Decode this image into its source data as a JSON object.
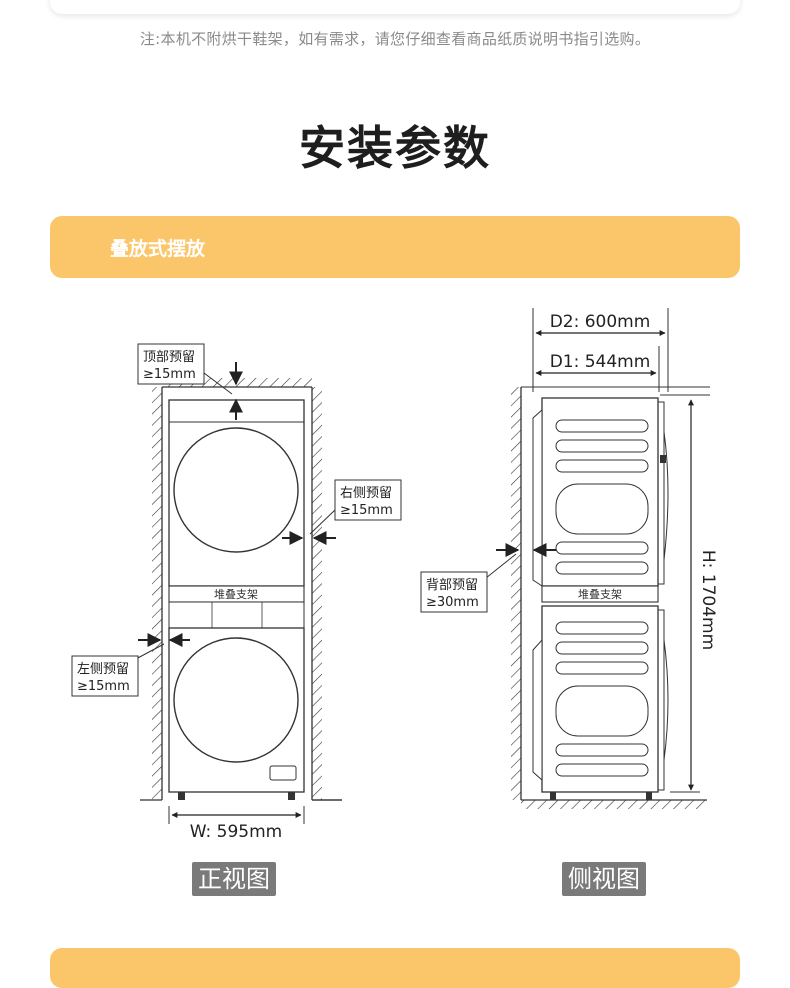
{
  "note": "注:本机不附烘干鞋架，如有需求，请您仔细查看商品纸质说明书指引选购。",
  "title": "安装参数",
  "section": {
    "label": "叠放式摆放"
  },
  "front_view": {
    "top_gap_label": "顶部预留",
    "top_gap_value": "≥15mm",
    "right_gap_label": "右侧预留",
    "right_gap_value": "≥15mm",
    "left_gap_label": "左侧预留",
    "left_gap_value": "≥15mm",
    "bracket_label": "堆叠支架",
    "width_label": "W: 595mm",
    "view_label": "正视图"
  },
  "side_view": {
    "d2_label": "D2: 600mm",
    "d1_label": "D1: 544mm",
    "back_gap_label": "背部预留",
    "back_gap_value": "≥30mm",
    "bracket_label": "堆叠支架",
    "height_label": "H: 1704mm",
    "view_label": "侧视图"
  },
  "colors": {
    "accent": "#fbc66a",
    "line": "#333333"
  }
}
